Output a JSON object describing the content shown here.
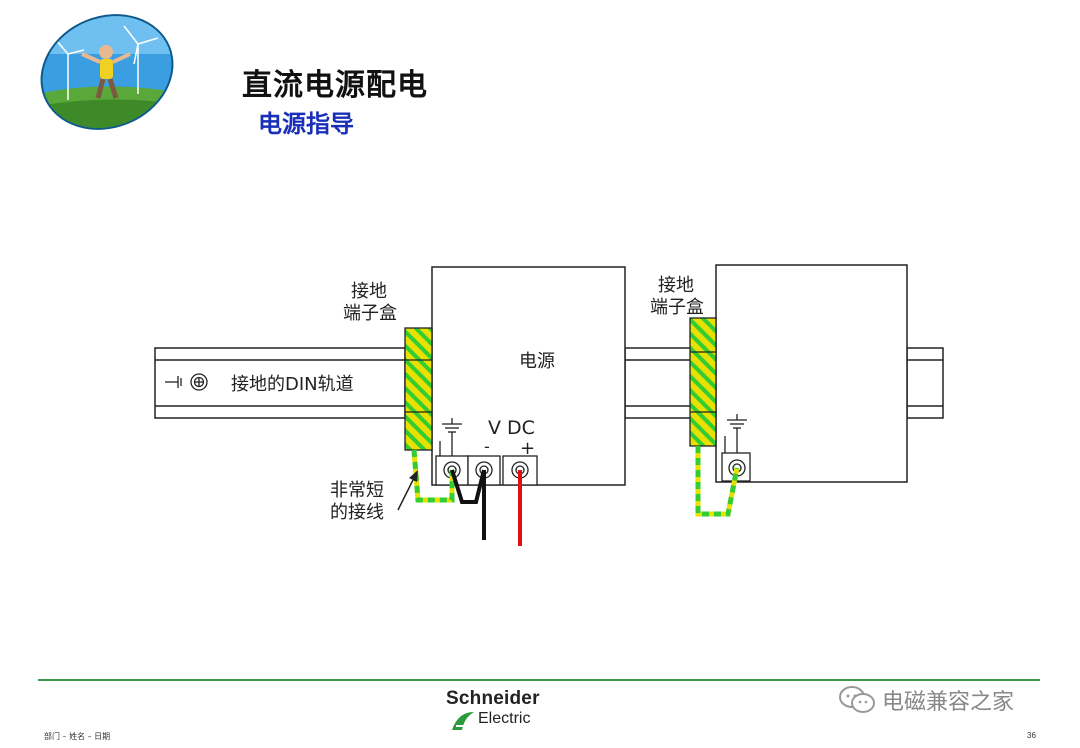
{
  "title": "直流电源配电",
  "subtitle": "电源指导",
  "diagram": {
    "label_terminal_box_line1": "接地",
    "label_terminal_box_line2": "端子盒",
    "label_terminal_box2_line1": "接地",
    "label_terminal_box2_line2": "端子盒",
    "label_din_rail": "接地的DIN轨道",
    "label_power_supply": "电源",
    "label_vdc": "V DC",
    "label_minus": "-",
    "label_plus": "+",
    "label_short_wire_line1": "非常短",
    "label_short_wire_line2": "的接线",
    "colors": {
      "ground_yellow": "#e8e000",
      "ground_green": "#33cc33",
      "wire_red": "#e01010",
      "wire_black": "#111111"
    }
  },
  "footer": {
    "brand_name": "Schneider",
    "brand_sub": "Electric",
    "left_text": "部门 – 姓名 – 日期",
    "page_number": "36",
    "watermark": "电磁兼容之家"
  }
}
